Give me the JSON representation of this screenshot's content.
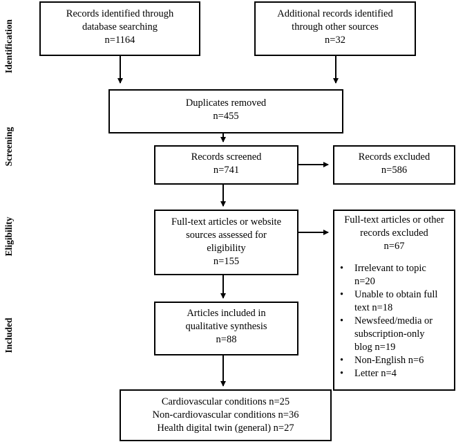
{
  "stages": {
    "identification": "Identification",
    "screening": "Screening",
    "eligibility": "Eligibility",
    "included": "Included"
  },
  "boxes": {
    "database": [
      "Records identified through",
      "database searching",
      "n=1164"
    ],
    "other_sources": [
      "Additional records identified",
      "through other sources",
      "n=32"
    ],
    "duplicates": [
      "Duplicates removed",
      "n=455"
    ],
    "screened": [
      "Records screened",
      "n=741"
    ],
    "screen_excluded": [
      "Records excluded",
      "n=586"
    ],
    "fulltext": [
      "Full-text articles or website",
      "sources assessed for",
      "eligibility",
      "n=155"
    ],
    "fulltext_excluded": {
      "header": [
        "Full-text articles or other",
        "records excluded",
        "n=67"
      ],
      "reasons": [
        [
          "Irrelevant to topic",
          "n=20"
        ],
        [
          "Unable to obtain full",
          "text n=18"
        ],
        [
          "Newsfeed/media or",
          "subscription-only",
          "blog n=19"
        ],
        [
          "Non-English n=6"
        ],
        [
          "Letter n=4"
        ]
      ]
    },
    "included": [
      "Articles included in",
      "qualitative synthesis",
      "n=88"
    ],
    "categories": [
      "Cardiovascular conditions n=25",
      "Non-cardiovascular conditions n=36",
      "Health digital twin (general) n=27"
    ]
  }
}
